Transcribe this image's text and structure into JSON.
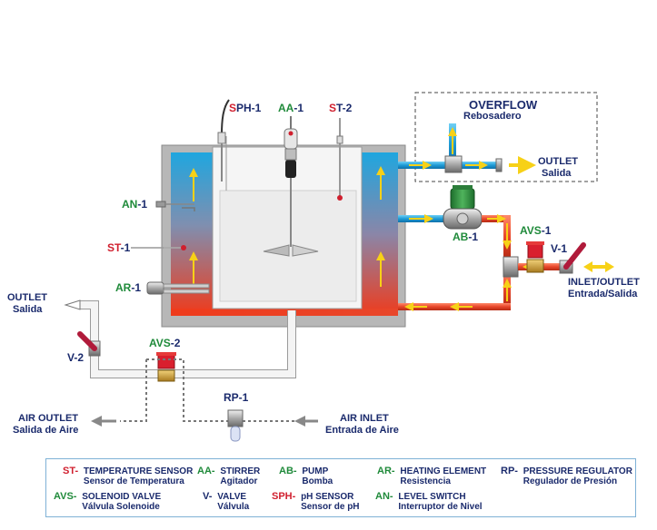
{
  "colors": {
    "hot": "#e63a1e",
    "cold": "#2aa3d8",
    "pipe_red": "#e8462a",
    "tank_gray": "#b5b5b5",
    "tag_red": "#d01f2e",
    "tag_green": "#1f8a3a",
    "tag_blue": "#1a2a6c",
    "arrow_yellow": "#f7d117"
  },
  "labels": {
    "overflow": "OVERFLOW",
    "overflow_es": "Rebosadero",
    "outlet_right": "OUTLET",
    "outlet_right_es": "Salida",
    "outlet_left": "OUTLET",
    "outlet_left_es": "Salida",
    "inlet_outlet": "INLET/OUTLET",
    "inlet_outlet_es": "Entrada/Salida",
    "air_outlet": "AIR OUTLET",
    "air_outlet_es": "Salida de Aire",
    "air_inlet": "AIR INLET",
    "air_inlet_es": "Entrada de Aire"
  },
  "tags": {
    "sph1": {
      "prefix": "S",
      "suffix": "PH-1"
    },
    "aa1": {
      "prefix": "AA",
      "suffix": "-1"
    },
    "st2": {
      "prefix": "S",
      "suffix": "T-2"
    },
    "an1": {
      "prefix": "AN",
      "suffix": "-1"
    },
    "st1": {
      "prefix": "ST",
      "suffix": "-1"
    },
    "ar1": {
      "prefix": "AR",
      "suffix": "-1"
    },
    "ab1": {
      "prefix": "AB",
      "suffix": "-1"
    },
    "avs1": {
      "prefix": "AVS",
      "suffix": "-1"
    },
    "v1": {
      "prefix": "",
      "suffix": "V-1"
    },
    "v2": {
      "prefix": "",
      "suffix": "V-2"
    },
    "avs2": {
      "prefix": "AVS",
      "suffix": "-2"
    },
    "rp1": {
      "prefix": "",
      "suffix": "RP-1"
    }
  },
  "legend": [
    {
      "abbr": "ST-",
      "title": "TEMPERATURE SENSOR",
      "subtitle": "Sensor de Temperatura"
    },
    {
      "abbr": "AA-",
      "title": "STIRRER",
      "subtitle": "Agitador"
    },
    {
      "abbr": "AB-",
      "title": "PUMP",
      "subtitle": "Bomba"
    },
    {
      "abbr": "AR-",
      "title": "HEATING ELEMENT",
      "subtitle": "Resistencia"
    },
    {
      "abbr": "RP-",
      "title": "PRESSURE REGULATOR",
      "subtitle": "Regulador de Presión"
    },
    {
      "abbr": "AVS-",
      "title": "SOLENOID VALVE",
      "subtitle": "Válvula Solenoide"
    },
    {
      "abbr": "V-",
      "title": "VALVE",
      "subtitle": "Válvula"
    },
    {
      "abbr": "SPH-",
      "title": "pH SENSOR",
      "subtitle": "Sensor de pH"
    },
    {
      "abbr": "AN-",
      "title": "LEVEL SWITCH",
      "subtitle": "Interruptor de Nivel"
    }
  ]
}
